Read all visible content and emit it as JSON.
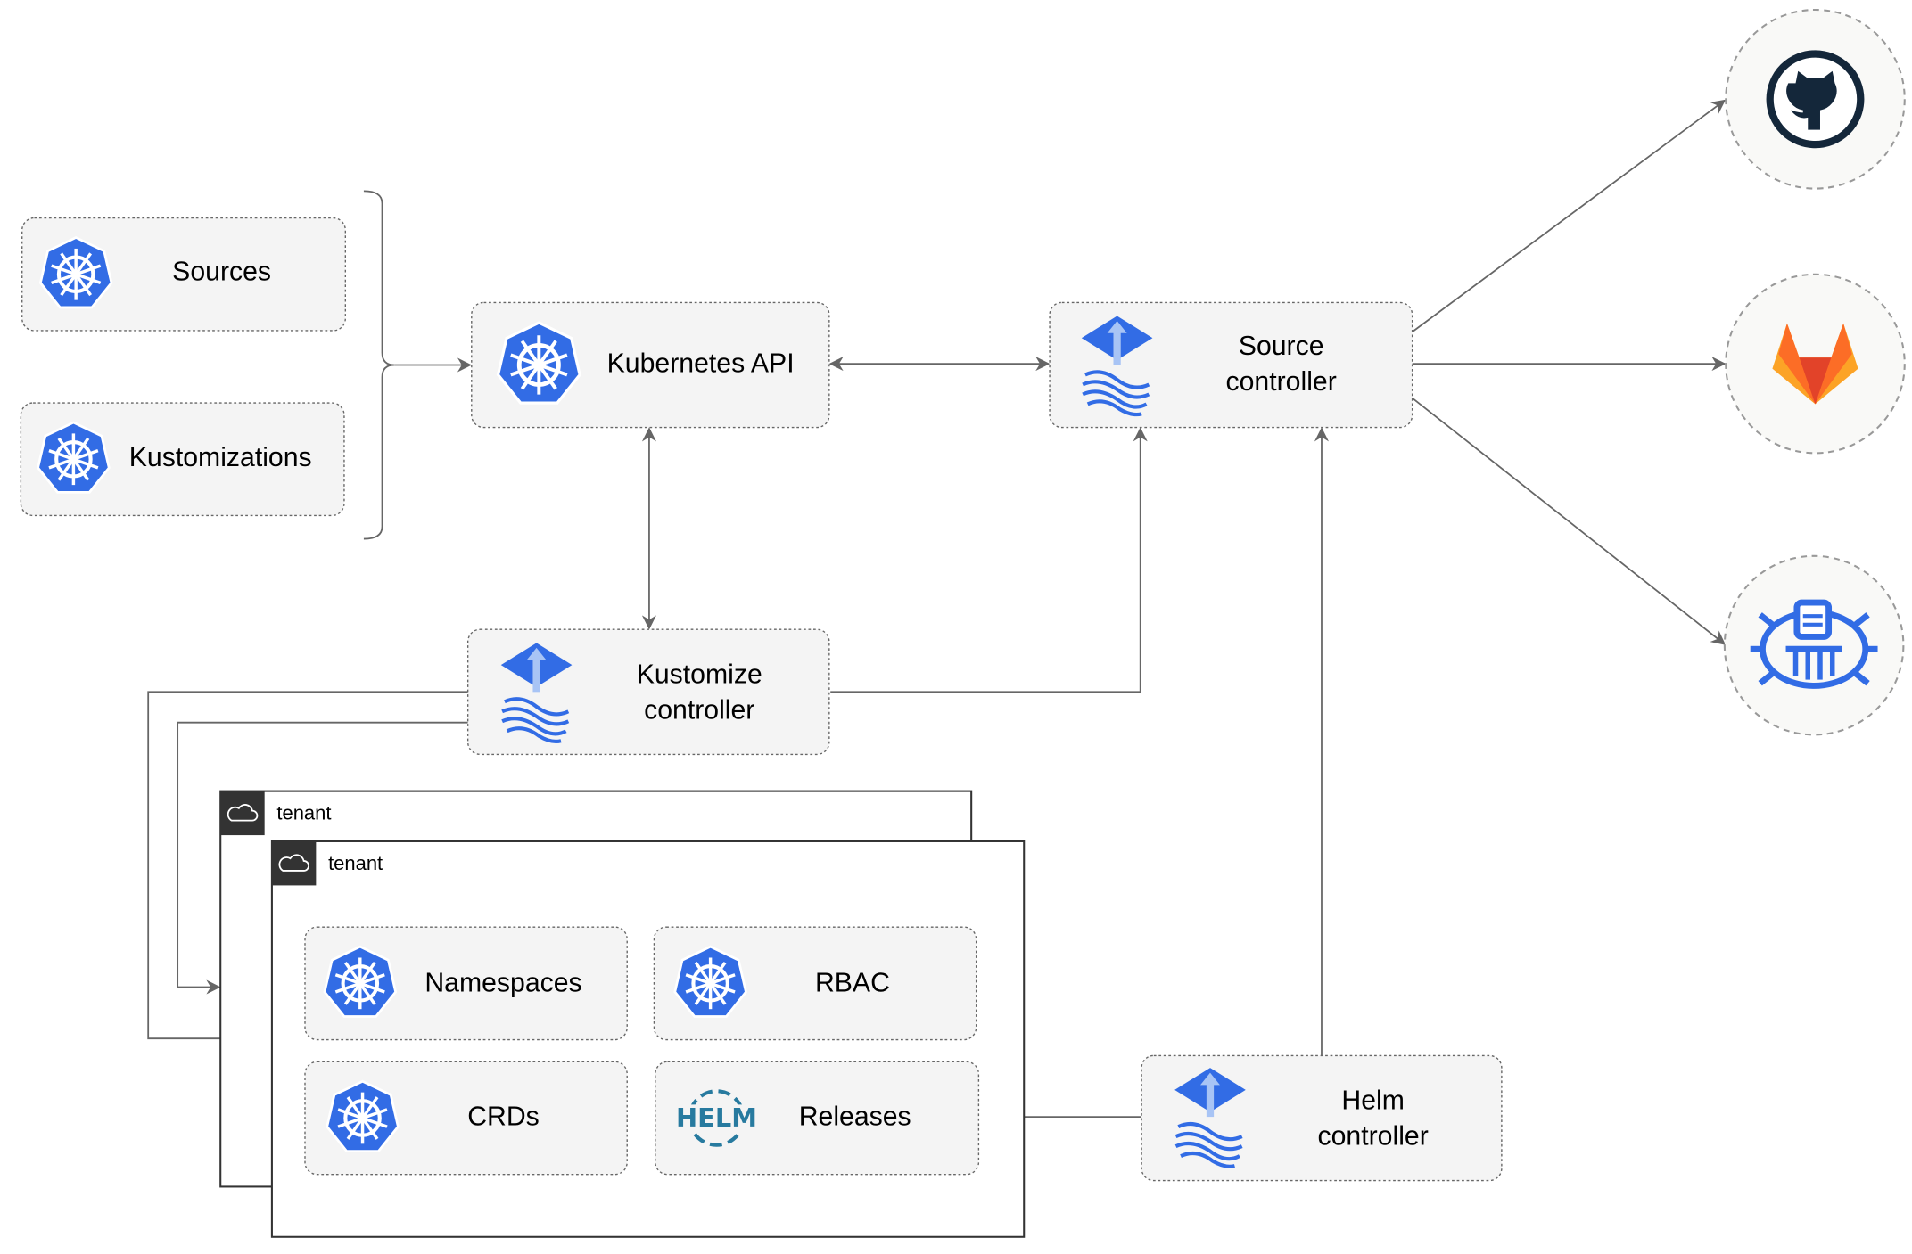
{
  "nodes": {
    "sources": "Sources",
    "kustomizations": "Kustomizations",
    "kubernetes_api": "Kubernetes API",
    "source_controller": [
      "Source",
      "controller"
    ],
    "kustomize_controller": [
      "Kustomize",
      "controller"
    ],
    "helm_controller": [
      "Helm",
      "controller"
    ],
    "namespaces": "Namespaces",
    "rbac": "RBAC",
    "crds": "CRDs",
    "releases": "Releases"
  },
  "tenants": [
    "tenant",
    "tenant"
  ],
  "logos": {
    "helm": "HELM"
  },
  "icons": [
    "kubernetes-icon",
    "flux-icon",
    "helm-icon",
    "github-icon",
    "gitlab-icon",
    "helm-repository-icon",
    "cloud-icon"
  ],
  "colors": {
    "k8s_blue": "#326ce5",
    "github": "#14273a",
    "gitlab_red": "#e24329",
    "gitlab_orange": "#fca326",
    "helm_blue": "#277a9f",
    "edge": "#666666"
  }
}
